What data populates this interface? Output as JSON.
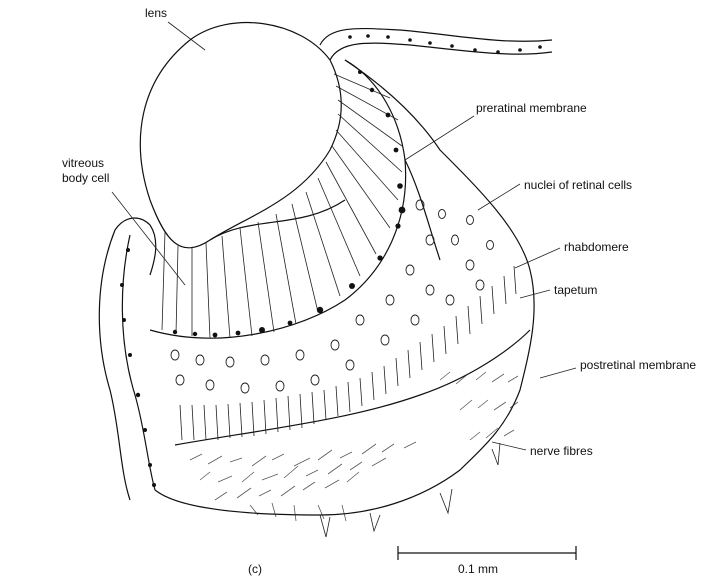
{
  "figure": {
    "panel_label": "(c)",
    "scale_bar_label": "0.1 mm"
  },
  "labels": {
    "lens": "lens",
    "preretinal_membrane": "preratinal membrane",
    "vitreous_body_cell_line1": "vitreous",
    "vitreous_body_cell_line2": "body cell",
    "nuclei_of_retinal_cells": "nuclei of retinal cells",
    "rhabdomere": "rhabdomere",
    "tapetum": "tapetum",
    "postretinal_membrane": "postretinal membrane",
    "nerve_fibres": "nerve fibres"
  }
}
